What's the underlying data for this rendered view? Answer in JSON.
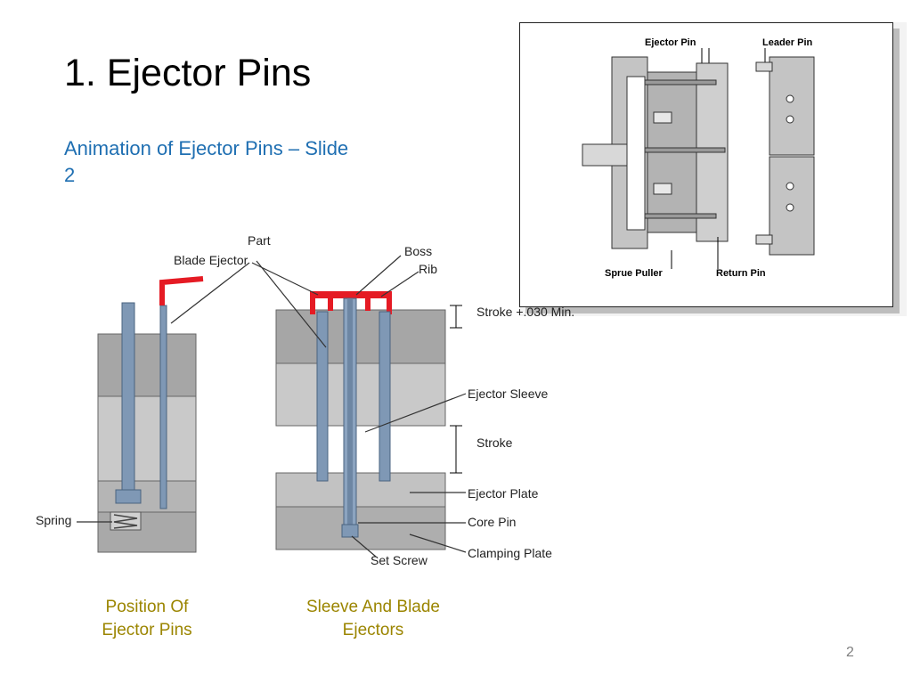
{
  "slide": {
    "title": "1. Ejector Pins",
    "subtitle": "Animation of Ejector Pins – Slide 2",
    "page_number": "2"
  },
  "mold_figure": {
    "labels": {
      "ejector_pin": "Ejector Pin",
      "leader_pin": "Leader Pin",
      "sprue_puller": "Sprue Puller",
      "return_pin": "Return Pin"
    }
  },
  "ejector_diagram": {
    "labels": {
      "part": "Part",
      "blade_ejector": "Blade Ejector",
      "boss": "Boss",
      "rib": "Rib",
      "stroke_min": "Stroke +.030 Min.",
      "ejector_sleeve": "Ejector Sleeve",
      "stroke": "Stroke",
      "ejector_plate": "Ejector Plate",
      "core_pin": "Core Pin",
      "clamping_plate": "Clamping Plate",
      "set_screw": "Set Screw",
      "spring": "Spring"
    },
    "captions": {
      "left_line1": "Position Of",
      "left_line2": "Ejector Pins",
      "right_line1": "Sleeve And Blade",
      "right_line2": "Ejectors"
    },
    "colors": {
      "part": "#e51b24",
      "caption": "#9b8500",
      "plate": "#bcbcbc",
      "pin": "#7f98b5"
    }
  }
}
